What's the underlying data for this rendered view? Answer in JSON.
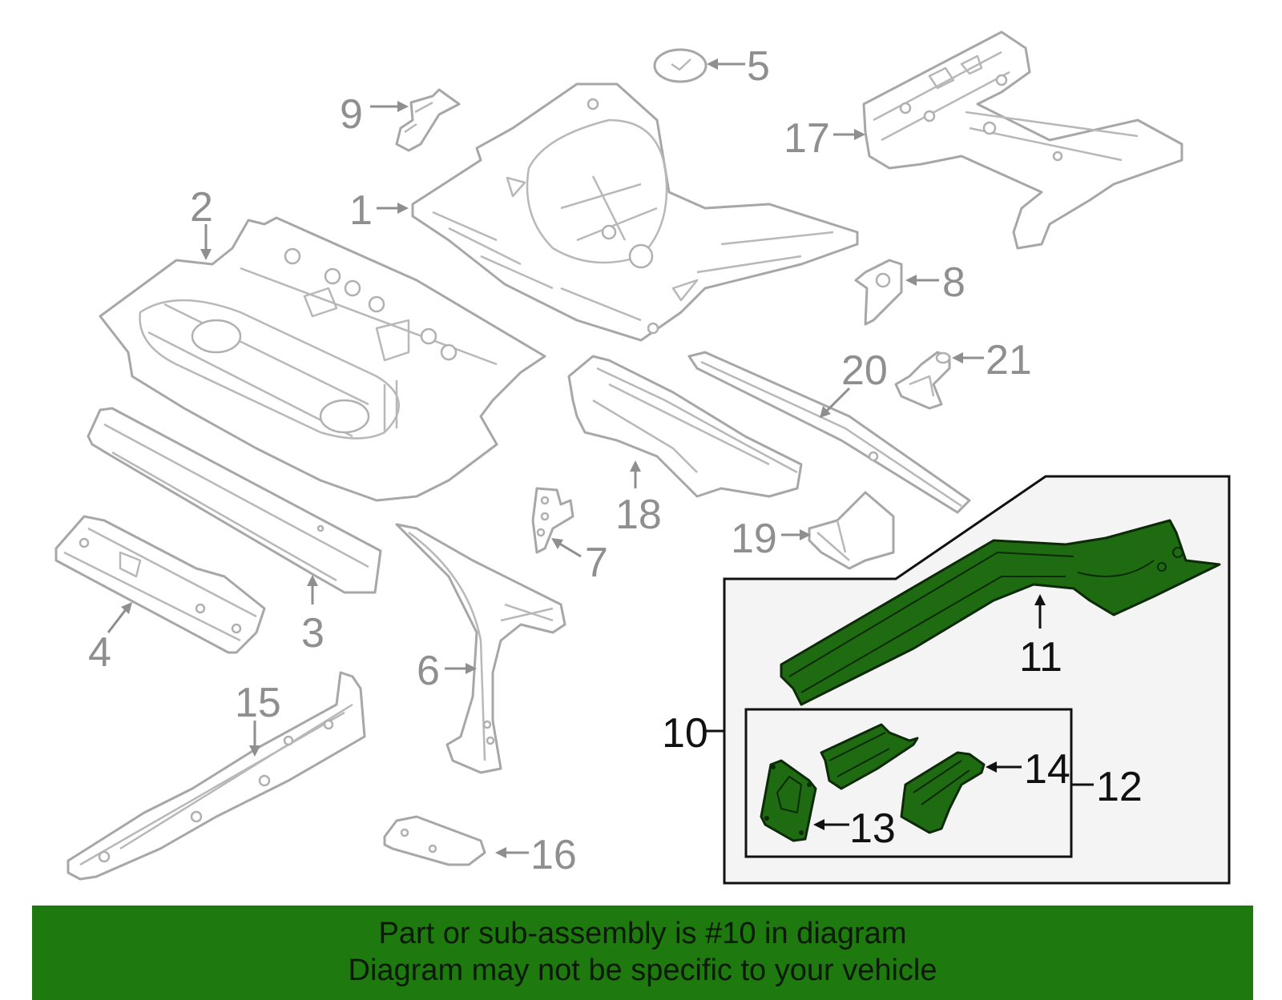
{
  "callouts": {
    "c1": "1",
    "c2": "2",
    "c3": "3",
    "c4": "4",
    "c5": "5",
    "c6": "6",
    "c7": "7",
    "c8": "8",
    "c9": "9",
    "c10": "10",
    "c11": "11",
    "c12": "12",
    "c13": "13",
    "c14": "14",
    "c15": "15",
    "c16": "16",
    "c17": "17",
    "c18": "18",
    "c19": "19",
    "c20": "20",
    "c21": "21"
  },
  "highlighted_part": "10",
  "colors": {
    "highlight": "#1f6b12",
    "banner": "#1e7a0f",
    "outline": "#a7a7a7",
    "label": "#8f8f8f"
  },
  "footer": {
    "line1": "Part or sub-assembly is #10 in diagram",
    "line2": "Diagram may not be specific to your vehicle"
  }
}
